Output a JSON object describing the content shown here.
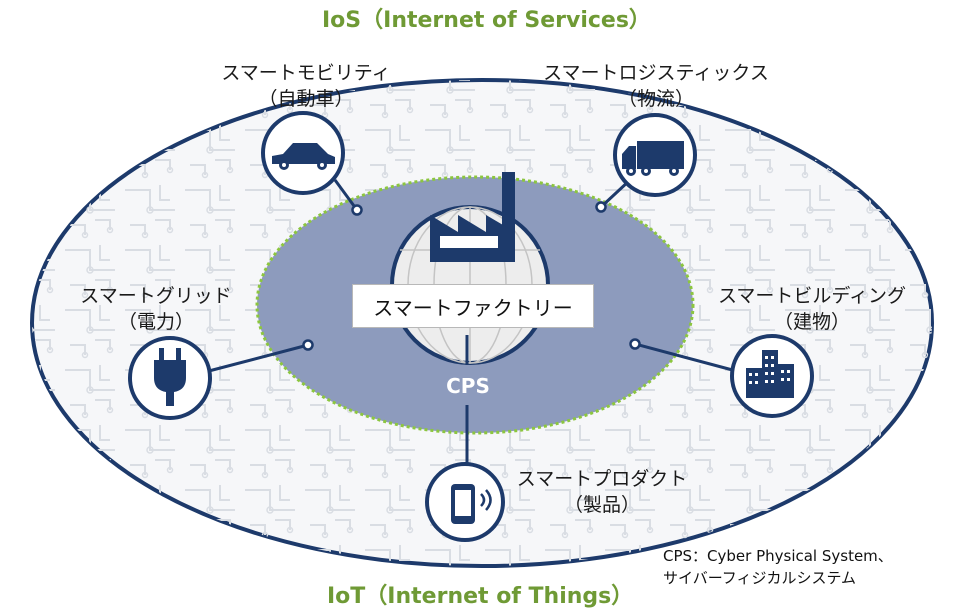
{
  "labels": {
    "ios": "IoS（Internet of Services）",
    "iot": "IoT（Internet of Things）",
    "center": "スマートファクトリー",
    "cps": "CPS"
  },
  "nodes": {
    "mobility": {
      "title": "スマートモビリティ",
      "sub": "（自動車）",
      "icon": "car-icon"
    },
    "logistics": {
      "title": "スマートロジスティックス",
      "sub": "（物流）",
      "icon": "truck-icon"
    },
    "grid": {
      "title": "スマートグリッド",
      "sub": "（電力）",
      "icon": "plug-icon"
    },
    "building": {
      "title": "スマートビルディング",
      "sub": "（建物）",
      "icon": "building-icon"
    },
    "product": {
      "title": "スマートプロダクト",
      "sub": "（製品）",
      "icon": "smartphone-icon"
    }
  },
  "note": {
    "line1": "CPS：Cyber Physical System、",
    "line2": "サイバーフィジカルシステム"
  },
  "colors": {
    "navy": "#1d3a6b",
    "inner_fill": "#8d9bbd",
    "green": "#6f9a35",
    "dotted_border": "#8cc63f"
  }
}
